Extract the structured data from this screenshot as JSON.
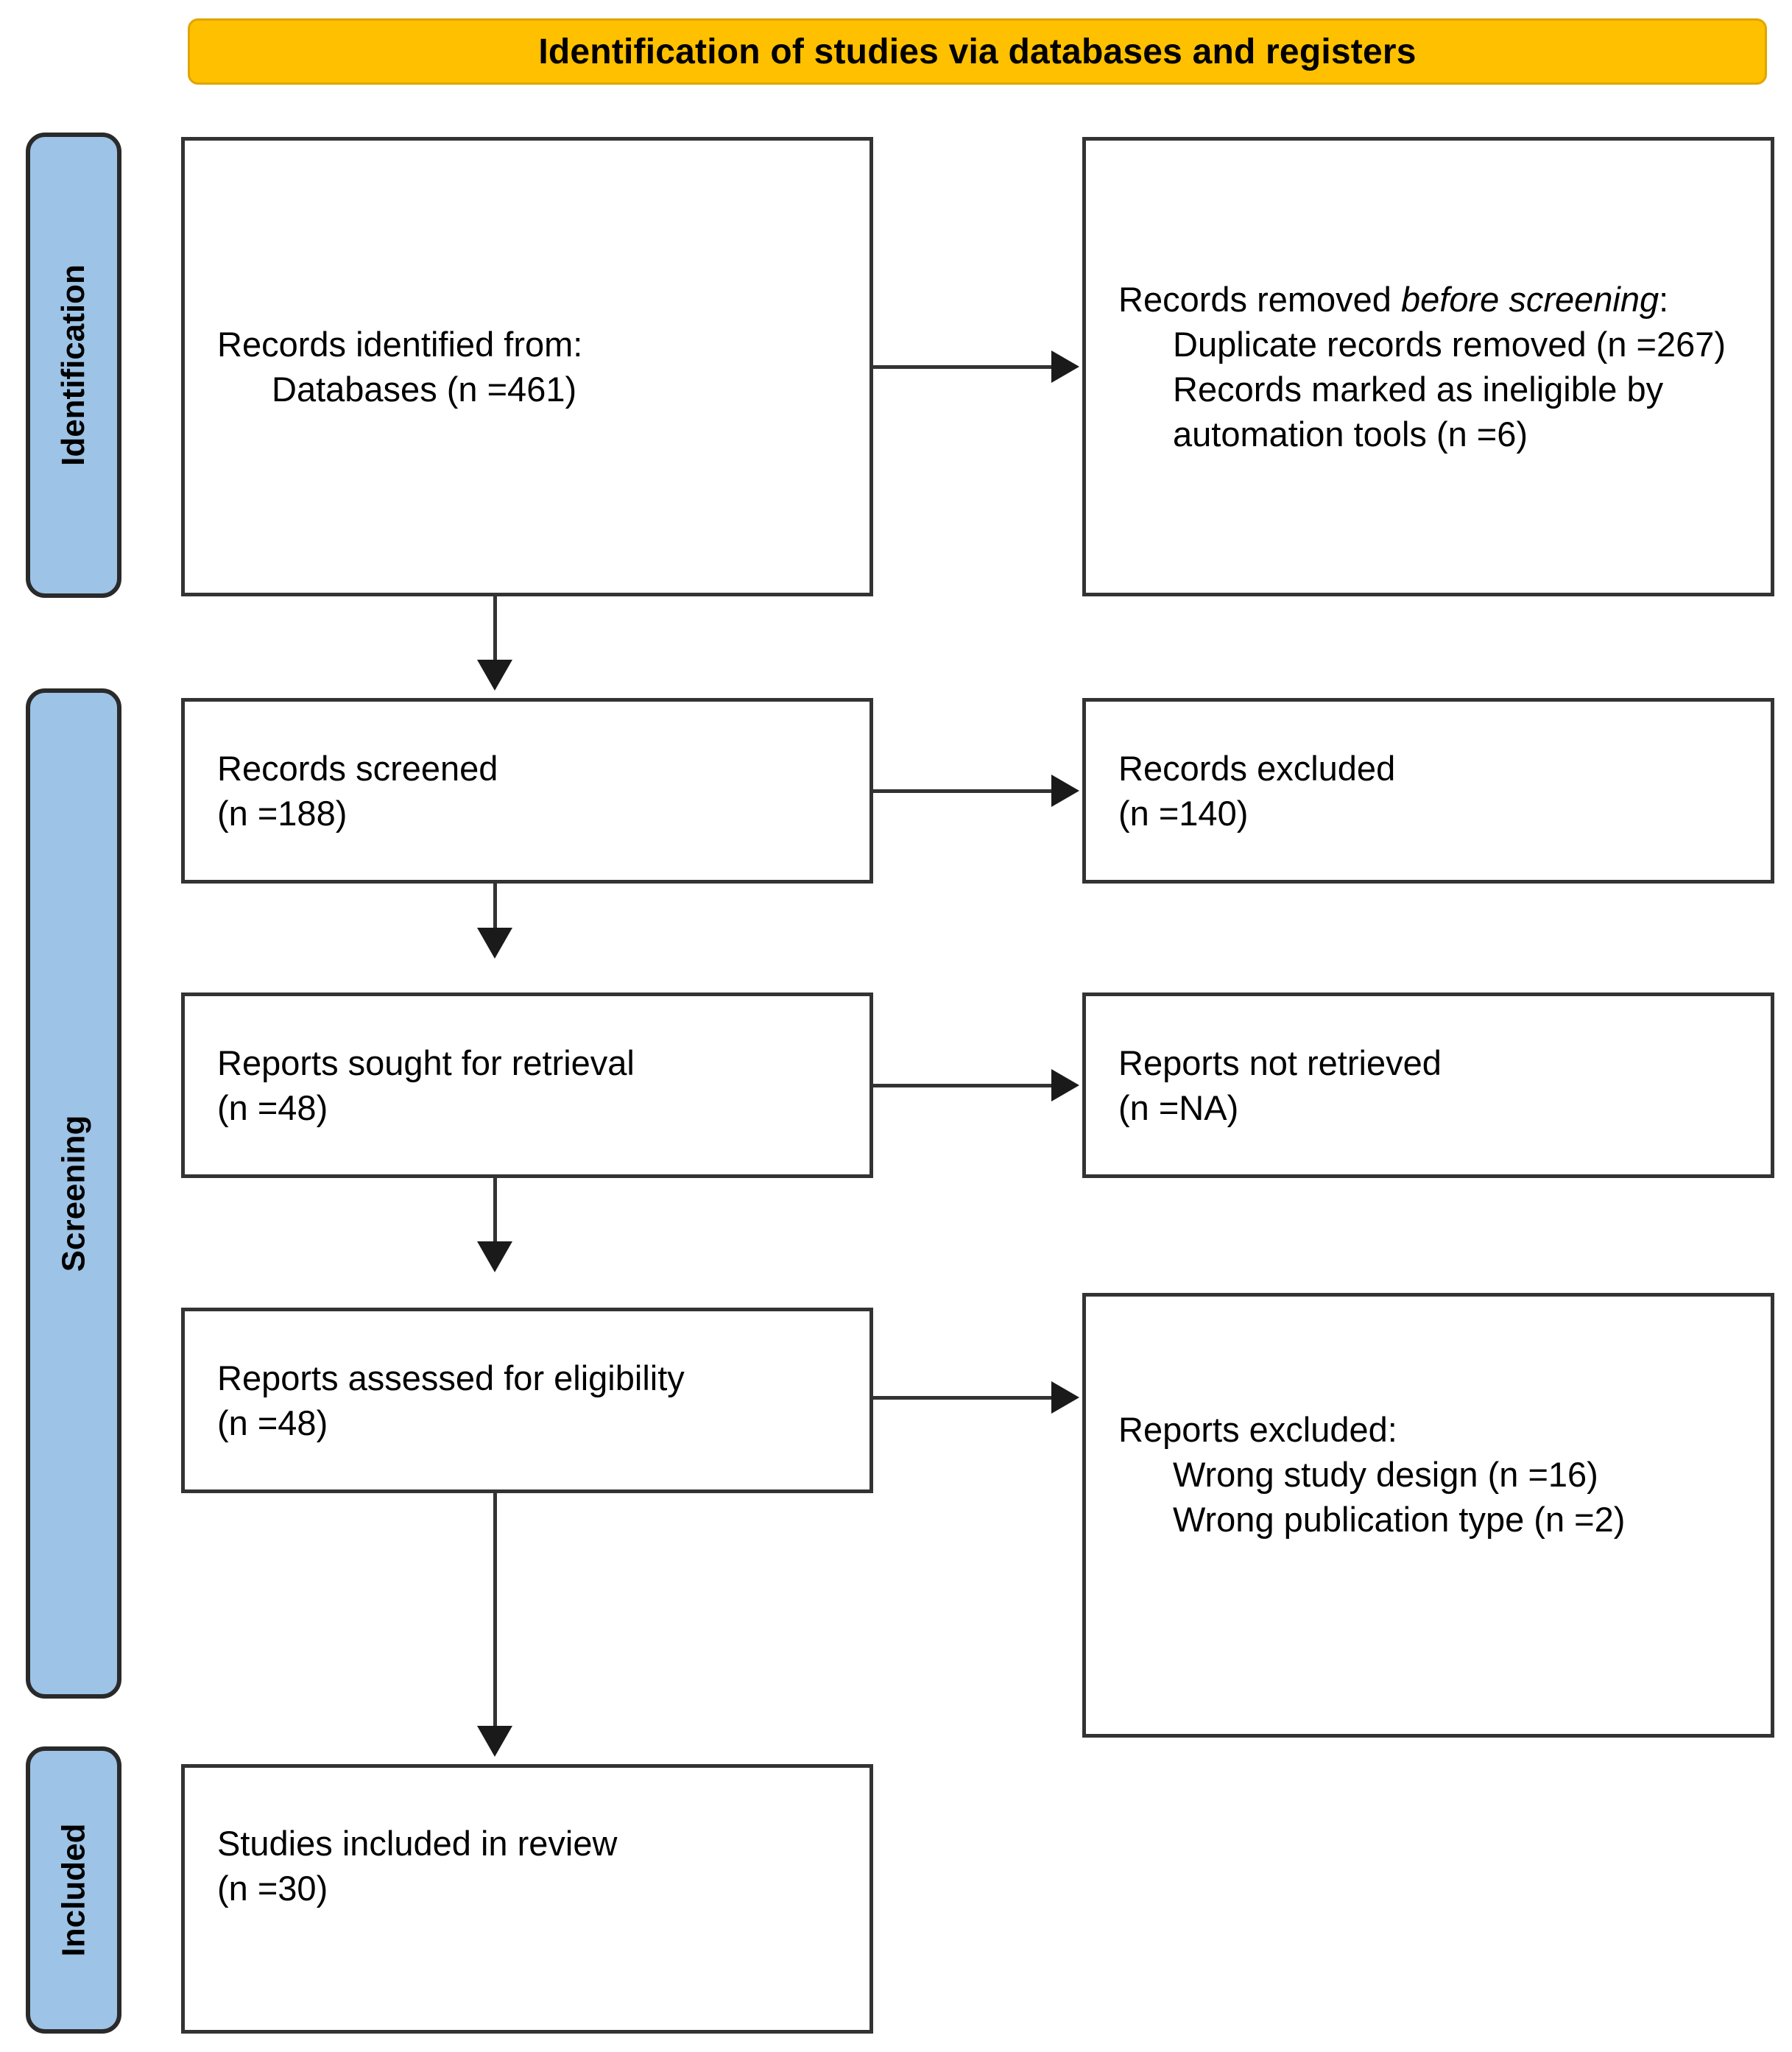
{
  "banner": {
    "title": "Identification of studies via databases and registers"
  },
  "stages": [
    {
      "id": "identification",
      "label": "Identification"
    },
    {
      "id": "screening",
      "label": "Screening"
    },
    {
      "id": "included",
      "label": "Included"
    }
  ],
  "boxes": {
    "identified": {
      "line1": "Records identified from:",
      "line2": "Databases (n =461)"
    },
    "removed": {
      "line1_prefix": "Records removed ",
      "line1_italic": "before",
      "line2_italic": "screening",
      "line2_suffix": ":",
      "item1": "Duplicate records removed (n =267)",
      "item2": "Records marked as ineligible by automation tools (n =6)"
    },
    "screened": {
      "line1": "Records screened",
      "line2": "(n =188)"
    },
    "records_excluded": {
      "line1": "Records excluded",
      "line2": "(n =140)"
    },
    "sought": {
      "line1": "Reports sought for retrieval",
      "line2": "(n =48)"
    },
    "not_retrieved": {
      "line1": "Reports not retrieved",
      "line2": "(n =NA)"
    },
    "assessed": {
      "line1": "Reports assessed for eligibility",
      "line2": "(n =48)"
    },
    "reports_excluded": {
      "line1": "Reports excluded:",
      "item1": "Wrong study design (n =16)",
      "item2": "Wrong publication type (n =2)"
    },
    "included": {
      "line1": "Studies included in review",
      "line2": "(n =30)"
    }
  },
  "colors": {
    "banner_fill": "#FFC000",
    "stage_fill": "#9DC3E6",
    "box_border": "#333333",
    "connector": "#333333",
    "text": "#000000"
  },
  "chart_data": {
    "type": "diagram",
    "title": "Identification of studies via databases and registers",
    "nodes": [
      {
        "id": "identified",
        "stage": "Identification",
        "label": "Records identified from: Databases",
        "n": 461
      },
      {
        "id": "removed",
        "stage": "Identification",
        "label": "Records removed before screening",
        "n": null
      },
      {
        "id": "dup_removed",
        "stage": "Identification",
        "label": "Duplicate records removed",
        "n": 267
      },
      {
        "id": "auto_ineligible",
        "stage": "Identification",
        "label": "Records marked as ineligible by automation tools",
        "n": 6
      },
      {
        "id": "screened",
        "stage": "Screening",
        "label": "Records screened",
        "n": 188
      },
      {
        "id": "records_excluded",
        "stage": "Screening",
        "label": "Records excluded",
        "n": 140
      },
      {
        "id": "sought",
        "stage": "Screening",
        "label": "Reports sought for retrieval",
        "n": 48
      },
      {
        "id": "not_retrieved",
        "stage": "Screening",
        "label": "Reports not retrieved",
        "n": "NA"
      },
      {
        "id": "assessed",
        "stage": "Screening",
        "label": "Reports assessed for eligibility",
        "n": 48
      },
      {
        "id": "wrong_design",
        "stage": "Screening",
        "label": "Wrong study design",
        "n": 16
      },
      {
        "id": "wrong_pubtype",
        "stage": "Screening",
        "label": "Wrong publication type",
        "n": 2
      },
      {
        "id": "included",
        "stage": "Included",
        "label": "Studies included in review",
        "n": 30
      }
    ],
    "edges": [
      {
        "from": "identified",
        "to": "removed",
        "direction": "right"
      },
      {
        "from": "identified",
        "to": "screened",
        "direction": "down"
      },
      {
        "from": "screened",
        "to": "records_excluded",
        "direction": "right"
      },
      {
        "from": "screened",
        "to": "sought",
        "direction": "down"
      },
      {
        "from": "sought",
        "to": "not_retrieved",
        "direction": "right"
      },
      {
        "from": "sought",
        "to": "assessed",
        "direction": "down"
      },
      {
        "from": "assessed",
        "to": "reports_excluded",
        "direction": "right"
      },
      {
        "from": "assessed",
        "to": "included",
        "direction": "down"
      }
    ]
  }
}
